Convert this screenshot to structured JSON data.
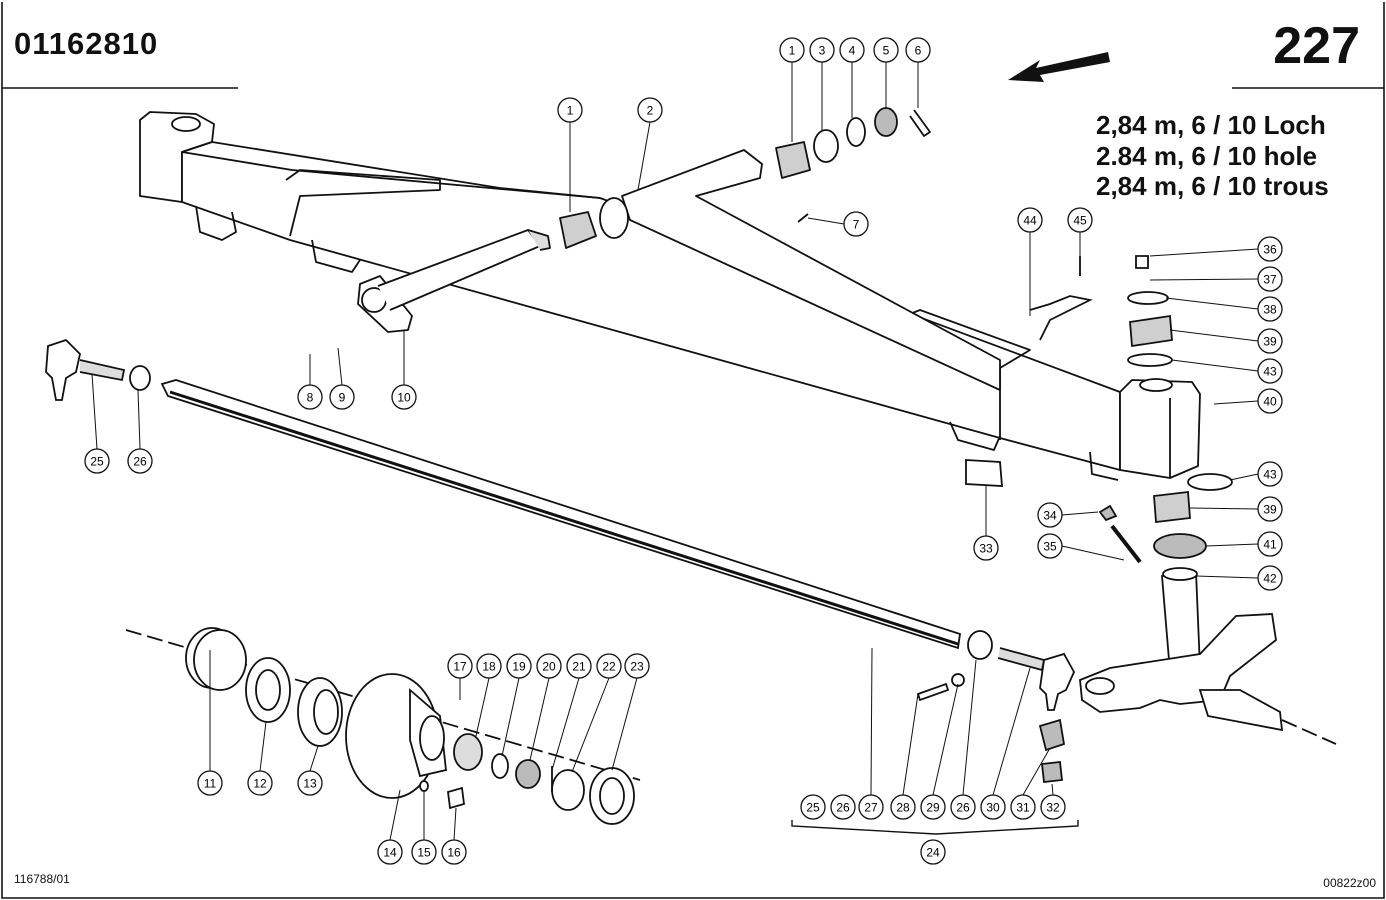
{
  "header": {
    "part_number": "01162810",
    "page_number": "227"
  },
  "spec_lines": [
    "2,84 m, 6 / 10 Loch",
    "2.84 m, 6 / 10 hole",
    "2,84 m, 6 / 10 trous"
  ],
  "footer": {
    "left_code": "116788/01",
    "right_code": "00822z00"
  },
  "callouts": [
    {
      "label": "1"
    },
    {
      "label": "3"
    },
    {
      "label": "4"
    },
    {
      "label": "5"
    },
    {
      "label": "6"
    },
    {
      "label": "1"
    },
    {
      "label": "2"
    },
    {
      "label": "7"
    },
    {
      "label": "44"
    },
    {
      "label": "45"
    },
    {
      "label": "36"
    },
    {
      "label": "37"
    },
    {
      "label": "38"
    },
    {
      "label": "39"
    },
    {
      "label": "43"
    },
    {
      "label": "40"
    },
    {
      "label": "43"
    },
    {
      "label": "39"
    },
    {
      "label": "41"
    },
    {
      "label": "42"
    },
    {
      "label": "34"
    },
    {
      "label": "35"
    },
    {
      "label": "33"
    },
    {
      "label": "8"
    },
    {
      "label": "9"
    },
    {
      "label": "10"
    },
    {
      "label": "25"
    },
    {
      "label": "26"
    },
    {
      "label": "11"
    },
    {
      "label": "12"
    },
    {
      "label": "13"
    },
    {
      "label": "14"
    },
    {
      "label": "15"
    },
    {
      "label": "16"
    },
    {
      "label": "17"
    },
    {
      "label": "18"
    },
    {
      "label": "19"
    },
    {
      "label": "20"
    },
    {
      "label": "21"
    },
    {
      "label": "22"
    },
    {
      "label": "23"
    },
    {
      "label": "25"
    },
    {
      "label": "26"
    },
    {
      "label": "27"
    },
    {
      "label": "28"
    },
    {
      "label": "29"
    },
    {
      "label": "26"
    },
    {
      "label": "30"
    },
    {
      "label": "31"
    },
    {
      "label": "32"
    },
    {
      "label": "24"
    }
  ]
}
